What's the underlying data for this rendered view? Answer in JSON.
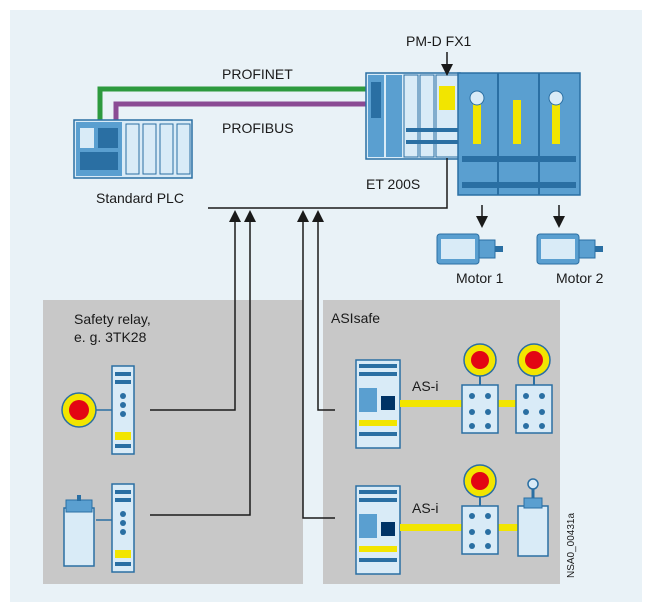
{
  "labels": {
    "pmd": "PM-D FX1",
    "profinet": "PROFINET",
    "profibus": "PROFIBUS",
    "et200s": "ET 200S",
    "plc": "Standard PLC",
    "motor1": "Motor 1",
    "motor2": "Motor 2",
    "safety_relay_line1": "Safety relay,",
    "safety_relay_line2": "e. g. 3TK28",
    "asisafe": "ASIsafe",
    "asi_top": "AS-i",
    "asi_bottom": "AS-i",
    "figure_id": "NSA0_00431a"
  },
  "colors": {
    "background": "#e9f2f7",
    "panel": "#c8c8c8",
    "device_blue": "#5a9fd0",
    "device_light": "#d9ebf7",
    "device_dark": "#2a6fa3",
    "profinet": "#2d9a3e",
    "profibus": "#8a4b94",
    "asi_bus": "#f2e500",
    "estop_red": "#e30613",
    "estop_yellow": "#f2e500",
    "line": "#1a1a1a"
  },
  "icons": [
    "estop-icon",
    "position-switch-icon",
    "motor-icon",
    "plc-icon",
    "et200s-icon",
    "safety-relay-icon",
    "asi-module-icon",
    "asi-master-icon"
  ]
}
